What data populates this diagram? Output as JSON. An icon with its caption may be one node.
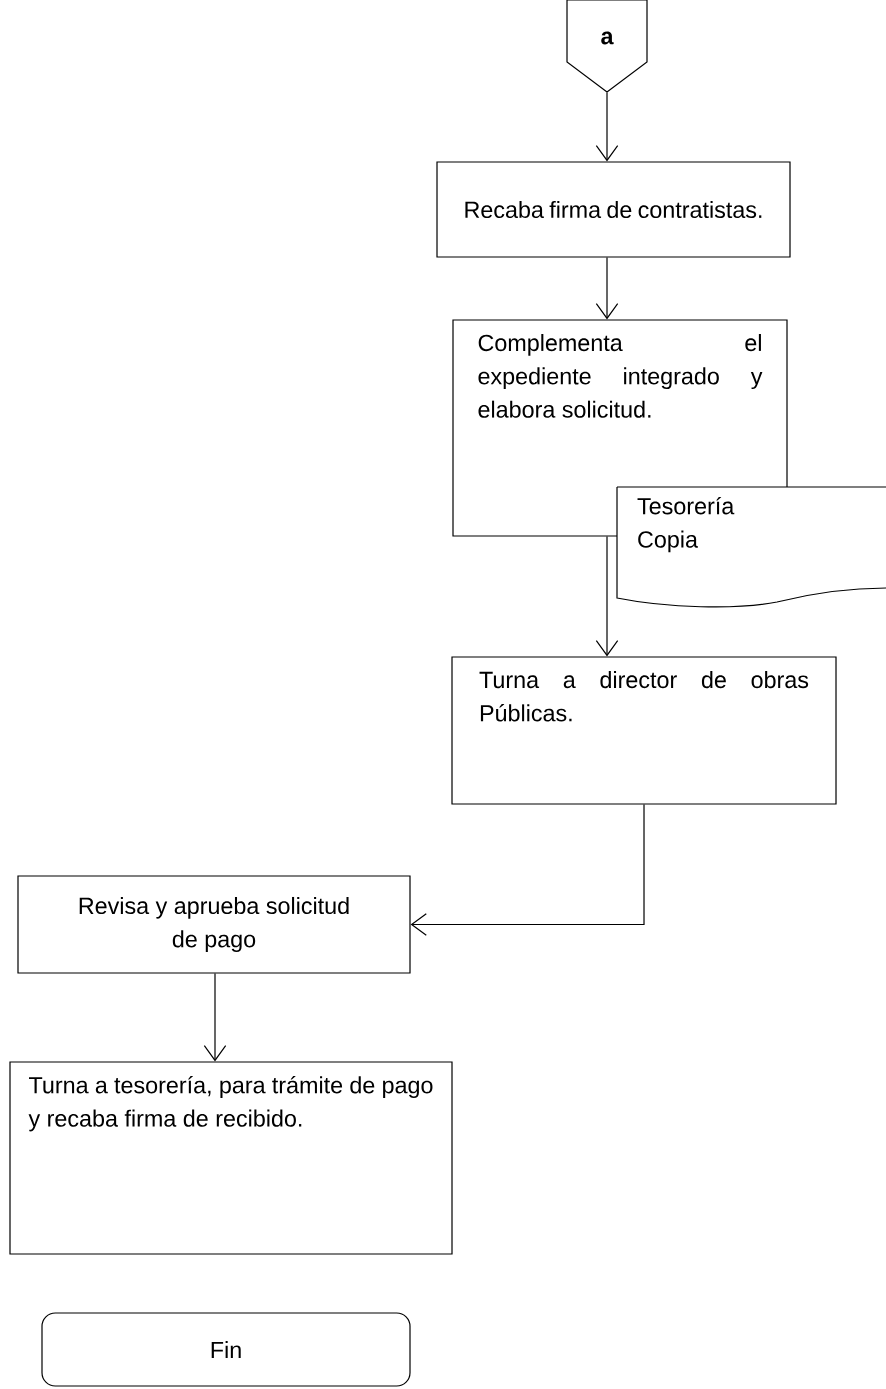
{
  "diagram": {
    "nodes": [
      {
        "text": [
          "a"
        ]
      },
      {
        "text": [
          "Recaba firma de contratistas."
        ]
      },
      {
        "text": [
          "Complementa el expediente integrado y elabora solicitud."
        ]
      },
      {
        "text": [
          "Tesorería Copia"
        ]
      },
      {
        "text": [
          "Turna a director de obras Públicas."
        ]
      },
      {
        "text": [
          "Revisa y aprueba solicitud de pago"
        ]
      },
      {
        "text": [
          "Turna a tesorería, para trámite de pago y recaba firma de recibido."
        ]
      },
      {
        "text": [
          "Fin"
        ]
      }
    ],
    "edges": [
      {
        "from": 0,
        "to": 1,
        "arrow": "to"
      },
      {
        "from": 1,
        "to": 2,
        "arrow": "to"
      },
      {
        "from": 2,
        "to": 4,
        "arrow": "to"
      },
      {
        "from": 4,
        "to": 5,
        "arrow": "to"
      },
      {
        "from": 5,
        "to": 6,
        "arrow": "to"
      }
    ]
  }
}
